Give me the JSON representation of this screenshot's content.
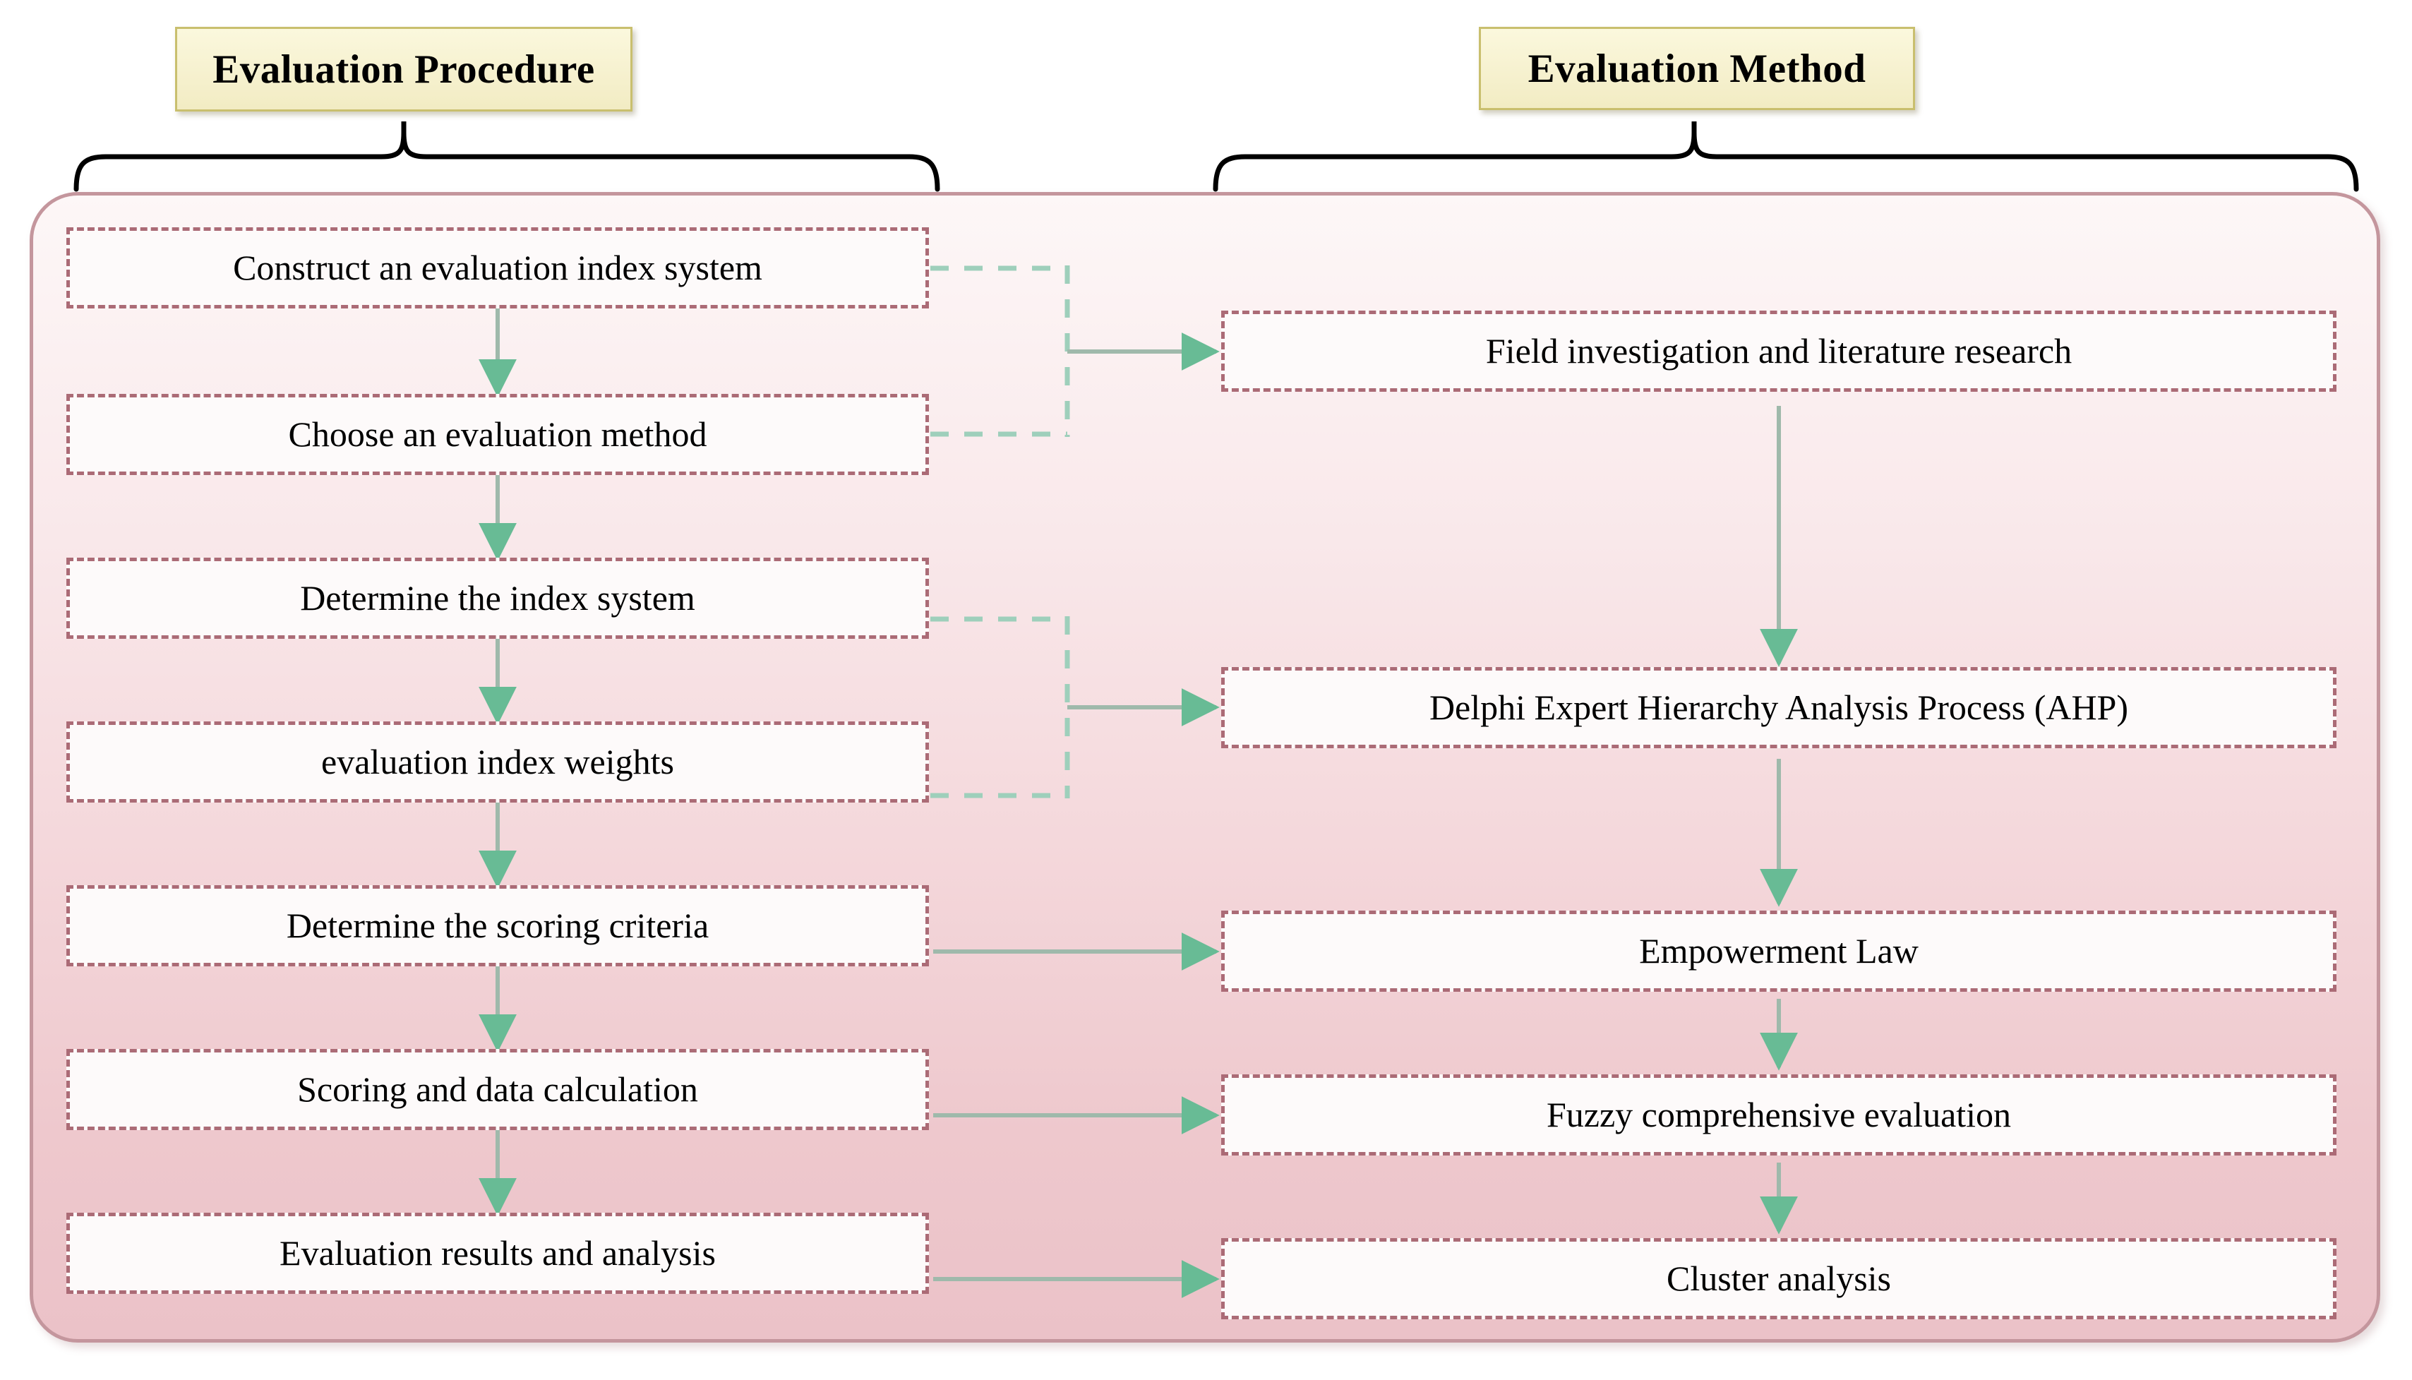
{
  "headers": {
    "procedure": "Evaluation Procedure",
    "method": "Evaluation Method"
  },
  "colors": {
    "header_fill": "#f7f2cd",
    "header_border": "#c9bf6e",
    "node_border": "#ab6b76",
    "node_fill": "#fdfafa",
    "container_border": "#c4969d",
    "container_fill_top": "#fdf7f7",
    "container_fill_bottom": "#ebc2c8",
    "arrow_line": "#9fb9ab",
    "arrow_head": "#68bb95",
    "bracket_dashed": "#9ecfbb",
    "brace": "#000000",
    "text": "#000000"
  },
  "procedure_steps": [
    {
      "id": "construct-index-system",
      "label": "Construct an evaluation index system"
    },
    {
      "id": "choose-method",
      "label": "Choose an evaluation method"
    },
    {
      "id": "determine-index-system",
      "label": "Determine the index system"
    },
    {
      "id": "index-weights",
      "label": "evaluation index weights"
    },
    {
      "id": "scoring-criteria",
      "label": "Determine the scoring criteria"
    },
    {
      "id": "scoring-calculation",
      "label": "Scoring and data calculation"
    },
    {
      "id": "results-analysis",
      "label": "Evaluation results and analysis"
    }
  ],
  "method_steps": [
    {
      "id": "field-literature",
      "label": "Field investigation and literature research"
    },
    {
      "id": "delphi-ahp",
      "label": "Delphi Expert Hierarchy Analysis Process (AHP)"
    },
    {
      "id": "empowerment-law",
      "label": "Empowerment Law"
    },
    {
      "id": "fuzzy-evaluation",
      "label": "Fuzzy comprehensive evaluation"
    },
    {
      "id": "cluster-analysis",
      "label": "Cluster analysis"
    }
  ],
  "connections": {
    "procedure_chain": [
      "construct-index-system -> choose-method",
      "choose-method -> determine-index-system",
      "determine-index-system -> index-weights",
      "index-weights -> scoring-criteria",
      "scoring-criteria -> scoring-calculation",
      "scoring-calculation -> results-analysis"
    ],
    "method_chain": [
      "field-literature -> delphi-ahp",
      "delphi-ahp -> empowerment-law",
      "empowerment-law -> fuzzy-evaluation",
      "fuzzy-evaluation -> cluster-analysis"
    ],
    "cross_links": [
      "{construct-index-system, choose-method} -> field-literature",
      "{determine-index-system, index-weights} -> delphi-ahp",
      "scoring-criteria -> empowerment-law",
      "scoring-calculation -> fuzzy-evaluation",
      "results-analysis -> cluster-analysis"
    ]
  }
}
